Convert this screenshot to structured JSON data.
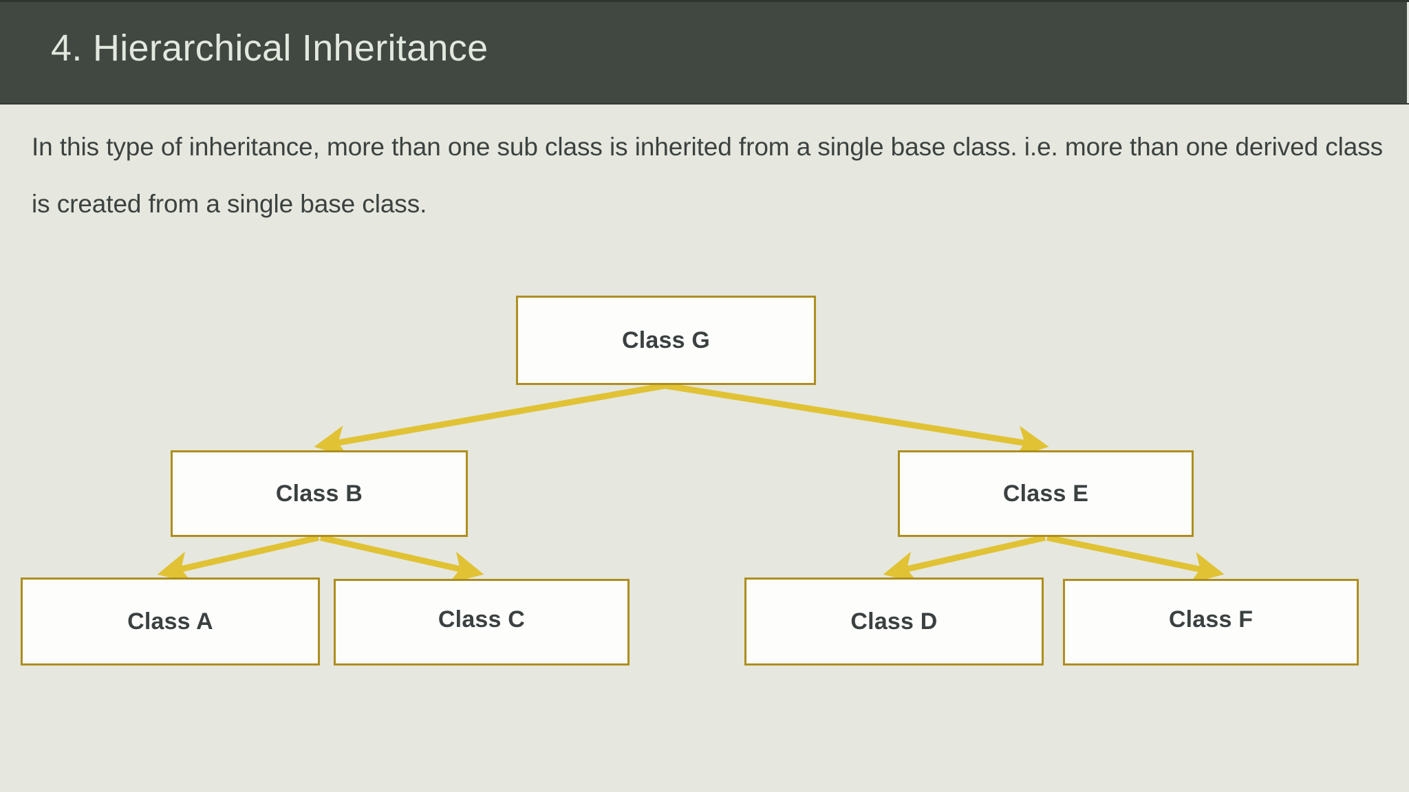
{
  "slide": {
    "title": "4. Hierarchical Inheritance",
    "body_text": "In this type of inheritance, more than one sub class is inherited from a single base class. i.e. more than one derived class is created from a single base class."
  },
  "colors": {
    "title_bar_background": "#414842",
    "title_text": "#E3E8DF",
    "slide_background": "#E6E7DE",
    "body_text": "#3B4240",
    "box_fill": "#FDFDFC",
    "box_border": "#AD8E1E",
    "arrow": "#E0C234",
    "label_text": "#3A4140"
  },
  "diagram": {
    "type": "hierarchy-tree",
    "nodes": [
      {
        "id": "g",
        "label": "Class G",
        "level": 0
      },
      {
        "id": "b",
        "label": "Class B",
        "level": 1
      },
      {
        "id": "e",
        "label": "Class E",
        "level": 1
      },
      {
        "id": "a",
        "label": "Class A",
        "level": 2
      },
      {
        "id": "c",
        "label": "Class C",
        "level": 2
      },
      {
        "id": "d",
        "label": "Class D",
        "level": 2
      },
      {
        "id": "f",
        "label": "Class F",
        "level": 2
      }
    ],
    "edges": [
      {
        "from": "g",
        "to": "b"
      },
      {
        "from": "g",
        "to": "e"
      },
      {
        "from": "b",
        "to": "a"
      },
      {
        "from": "b",
        "to": "c"
      },
      {
        "from": "e",
        "to": "d"
      },
      {
        "from": "e",
        "to": "f"
      }
    ]
  }
}
